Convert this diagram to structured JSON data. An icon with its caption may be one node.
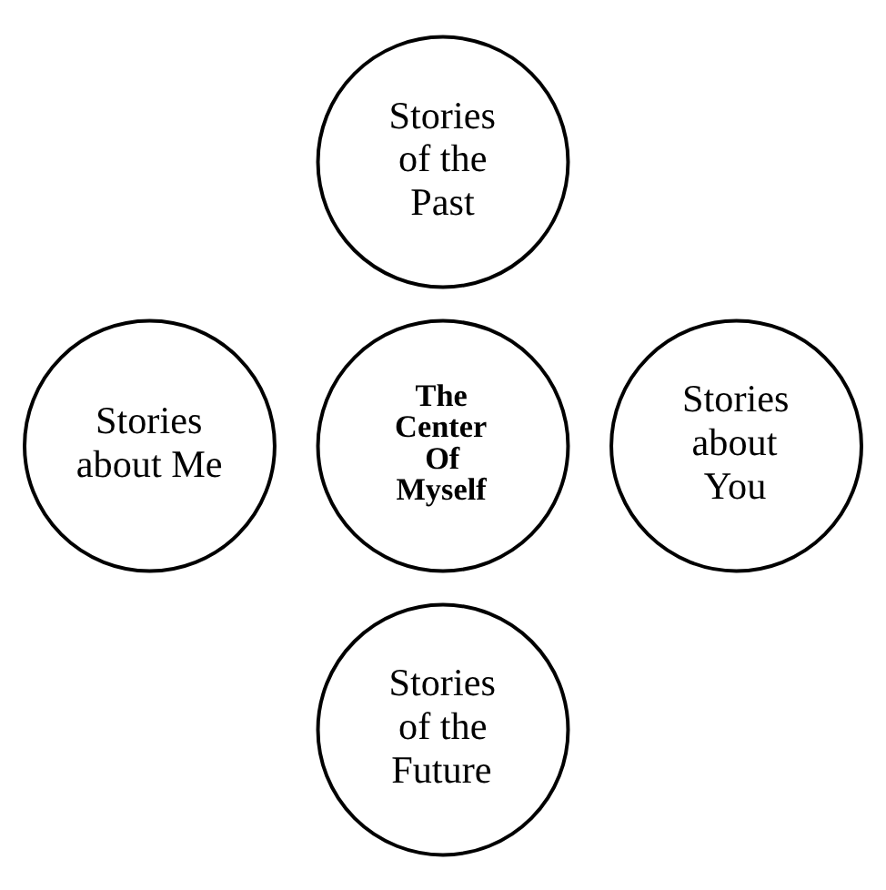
{
  "diagram": {
    "nodes": [
      {
        "text": [
          "Stories of the Past"
        ]
      },
      {
        "text": [
          "Stories about Me"
        ]
      },
      {
        "text": [
          "The Center Of Myself"
        ]
      },
      {
        "text": [
          "Stories about You"
        ]
      },
      {
        "text": [
          "Stories of the Future"
        ]
      }
    ],
    "edges": []
  }
}
